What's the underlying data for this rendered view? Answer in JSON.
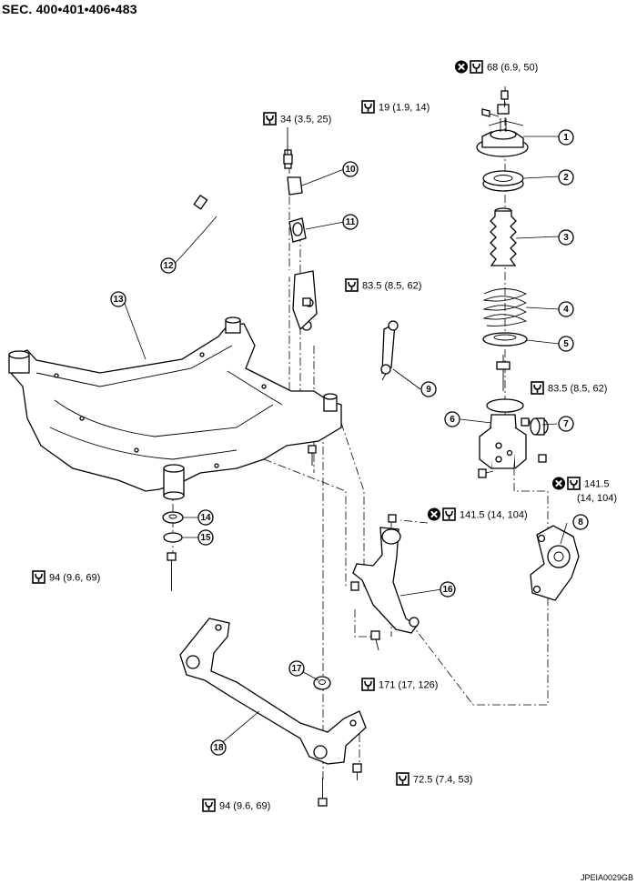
{
  "header": {
    "section": "SEC. 400•401•406•483"
  },
  "footer": {
    "code": "JPEIA0029GB"
  },
  "icons": {
    "torque": "torque-wrench-icon",
    "never_reuse": "never-reuse-x-icon"
  },
  "parts": [
    {
      "num": "1"
    },
    {
      "num": "2"
    },
    {
      "num": "3"
    },
    {
      "num": "4"
    },
    {
      "num": "5"
    },
    {
      "num": "6"
    },
    {
      "num": "7"
    },
    {
      "num": "8"
    },
    {
      "num": "9"
    },
    {
      "num": "10"
    },
    {
      "num": "11"
    },
    {
      "num": "12"
    },
    {
      "num": "13"
    },
    {
      "num": "14"
    },
    {
      "num": "15"
    },
    {
      "num": "16"
    },
    {
      "num": "17"
    },
    {
      "num": "18"
    }
  ],
  "torques": [
    {
      "text": "68 (6.9, 50)",
      "never_reuse": true
    },
    {
      "text": "19 (1.9, 14)",
      "never_reuse": false
    },
    {
      "text": "34 (3.5, 25)",
      "never_reuse": false
    },
    {
      "text": "83.5 (8.5, 62)",
      "never_reuse": false
    },
    {
      "text": "83.5 (8.5, 62)",
      "never_reuse": false
    },
    {
      "text": "141.5",
      "text2": "(14, 104)",
      "never_reuse": true
    },
    {
      "text": "141.5 (14, 104)",
      "never_reuse": true
    },
    {
      "text": "94 (9.6, 69)",
      "never_reuse": false
    },
    {
      "text": "171 (17, 126)",
      "never_reuse": false
    },
    {
      "text": "72.5 (7.4, 53)",
      "never_reuse": false
    },
    {
      "text": "94 (9.6, 69)",
      "never_reuse": false
    }
  ]
}
